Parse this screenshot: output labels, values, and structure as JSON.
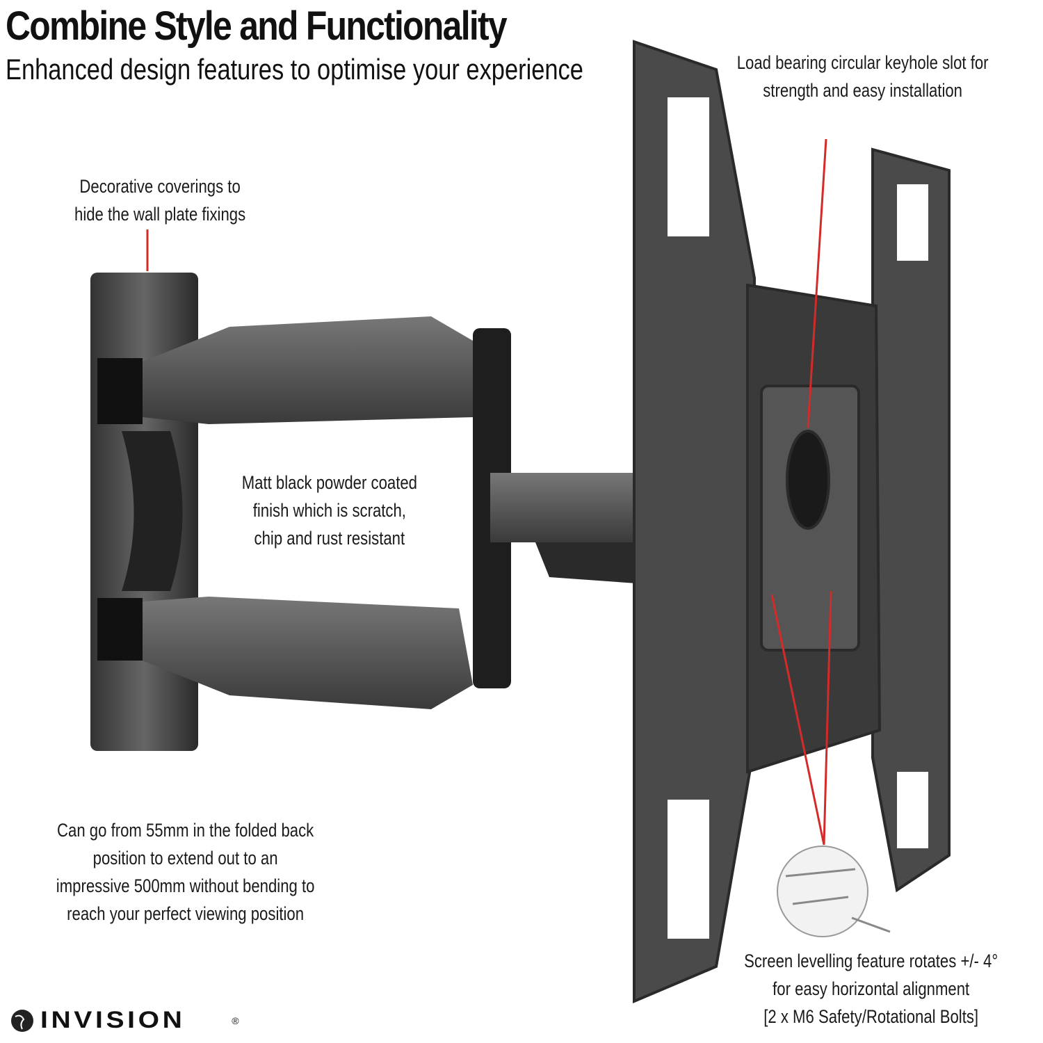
{
  "header": {
    "title": "Combine Style and Functionality",
    "subtitle": "Enhanced design features to optimise your experience"
  },
  "callouts": {
    "coverings": [
      "Decorative coverings to",
      "hide the wall plate fixings"
    ],
    "keyhole": [
      "Load bearing circular keyhole slot for",
      "strength and easy installation"
    ],
    "finish": [
      "Matt black powder coated",
      "finish which is scratch,",
      "chip and rust resistant"
    ],
    "extension": [
      "Can go from 55mm in the folded back",
      "position to extend out to an",
      "impressive 500mm without bending to",
      "reach your perfect viewing position"
    ],
    "levelling": [
      "Screen levelling feature rotates +/- 4°",
      "for easy horizontal alignment",
      "[2 x M6 Safety/Rotational Bolts]"
    ]
  },
  "brand": {
    "name": "INVISION",
    "mark": "®"
  },
  "colors": {
    "pointer": "#d42a2a",
    "metal": "#555555",
    "dark": "#262626"
  }
}
